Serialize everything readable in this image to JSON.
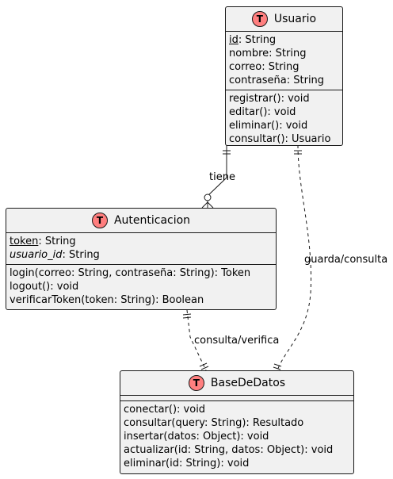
{
  "stereotype_letter": "T",
  "colors": {
    "badge": "#ff7f7f",
    "box_fill": "#f1f1f1",
    "line": "#181818"
  },
  "classes": {
    "usuario": {
      "name": "Usuario",
      "attributes": [
        {
          "name": "id",
          "type": ": String"
        },
        {
          "name": "nombre",
          "type": ": String"
        },
        {
          "name": "correo",
          "type": ": String"
        },
        {
          "name": "contraseña",
          "type": ": String"
        }
      ],
      "methods": [
        "registrar(): void",
        "editar(): void",
        "eliminar(): void",
        "consultar(): Usuario"
      ]
    },
    "autenticacion": {
      "name": "Autenticacion",
      "attributes": [
        {
          "name": "token",
          "type": ": String"
        },
        {
          "name": "usuario_id",
          "type": ": String"
        }
      ],
      "methods": [
        "login(correo: String, contraseña: String): Token",
        "logout(): void",
        "verificarToken(token: String): Boolean"
      ]
    },
    "basededatos": {
      "name": "BaseDeDatos",
      "methods": [
        "conectar(): void",
        "consultar(query: String): Resultado",
        "insertar(datos: Object): void",
        "actualizar(id: String, datos: Object): void",
        "eliminar(id: String): void"
      ]
    }
  },
  "relations": {
    "tiene": "tiene",
    "guarda": "guarda/consulta",
    "consulta": "consulta/verifica"
  }
}
